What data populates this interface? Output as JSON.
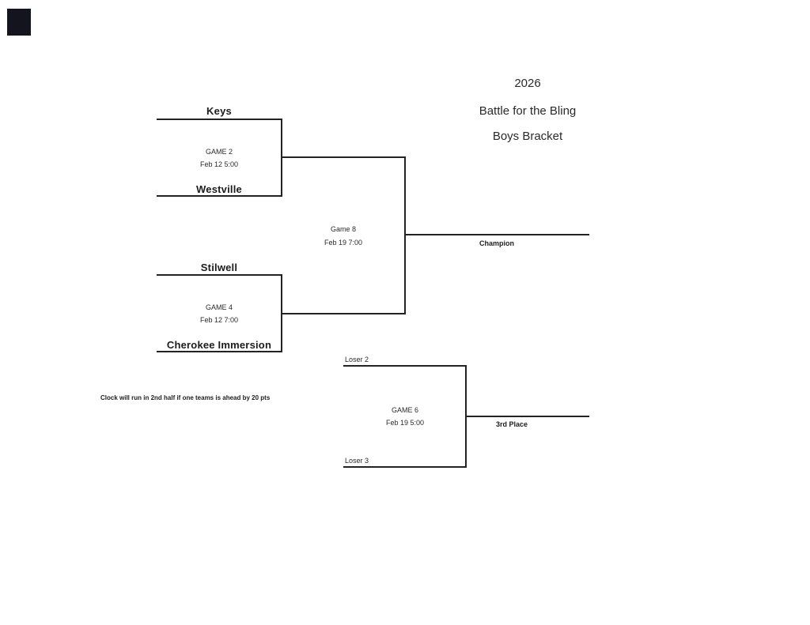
{
  "title": {
    "year": "2026",
    "event": "Battle for the Bling",
    "bracket": "Boys Bracket"
  },
  "note": "Clock will run in 2nd half if one teams is ahead by 20 pts",
  "games": {
    "game2": {
      "label": "GAME 2",
      "datetime": "Feb 12 5:00",
      "top_team": "Keys",
      "bottom_team": "Westville"
    },
    "game4": {
      "label": "GAME 4",
      "datetime": "Feb 12 7:00",
      "top_team": "Stilwell",
      "bottom_team": "Cherokee Immersion"
    },
    "game8": {
      "label": "Game 8",
      "datetime": "Feb 19 7:00",
      "result_label": "Champion"
    },
    "game6": {
      "label": "GAME 6",
      "datetime": "Feb 19 5:00",
      "top_team": "Loser 2",
      "bottom_team": "Loser 3",
      "result_label": "3rd Place"
    }
  },
  "colors": {
    "background": "#ffffff",
    "ink": "#222222",
    "corner_mark": "#14141f"
  }
}
